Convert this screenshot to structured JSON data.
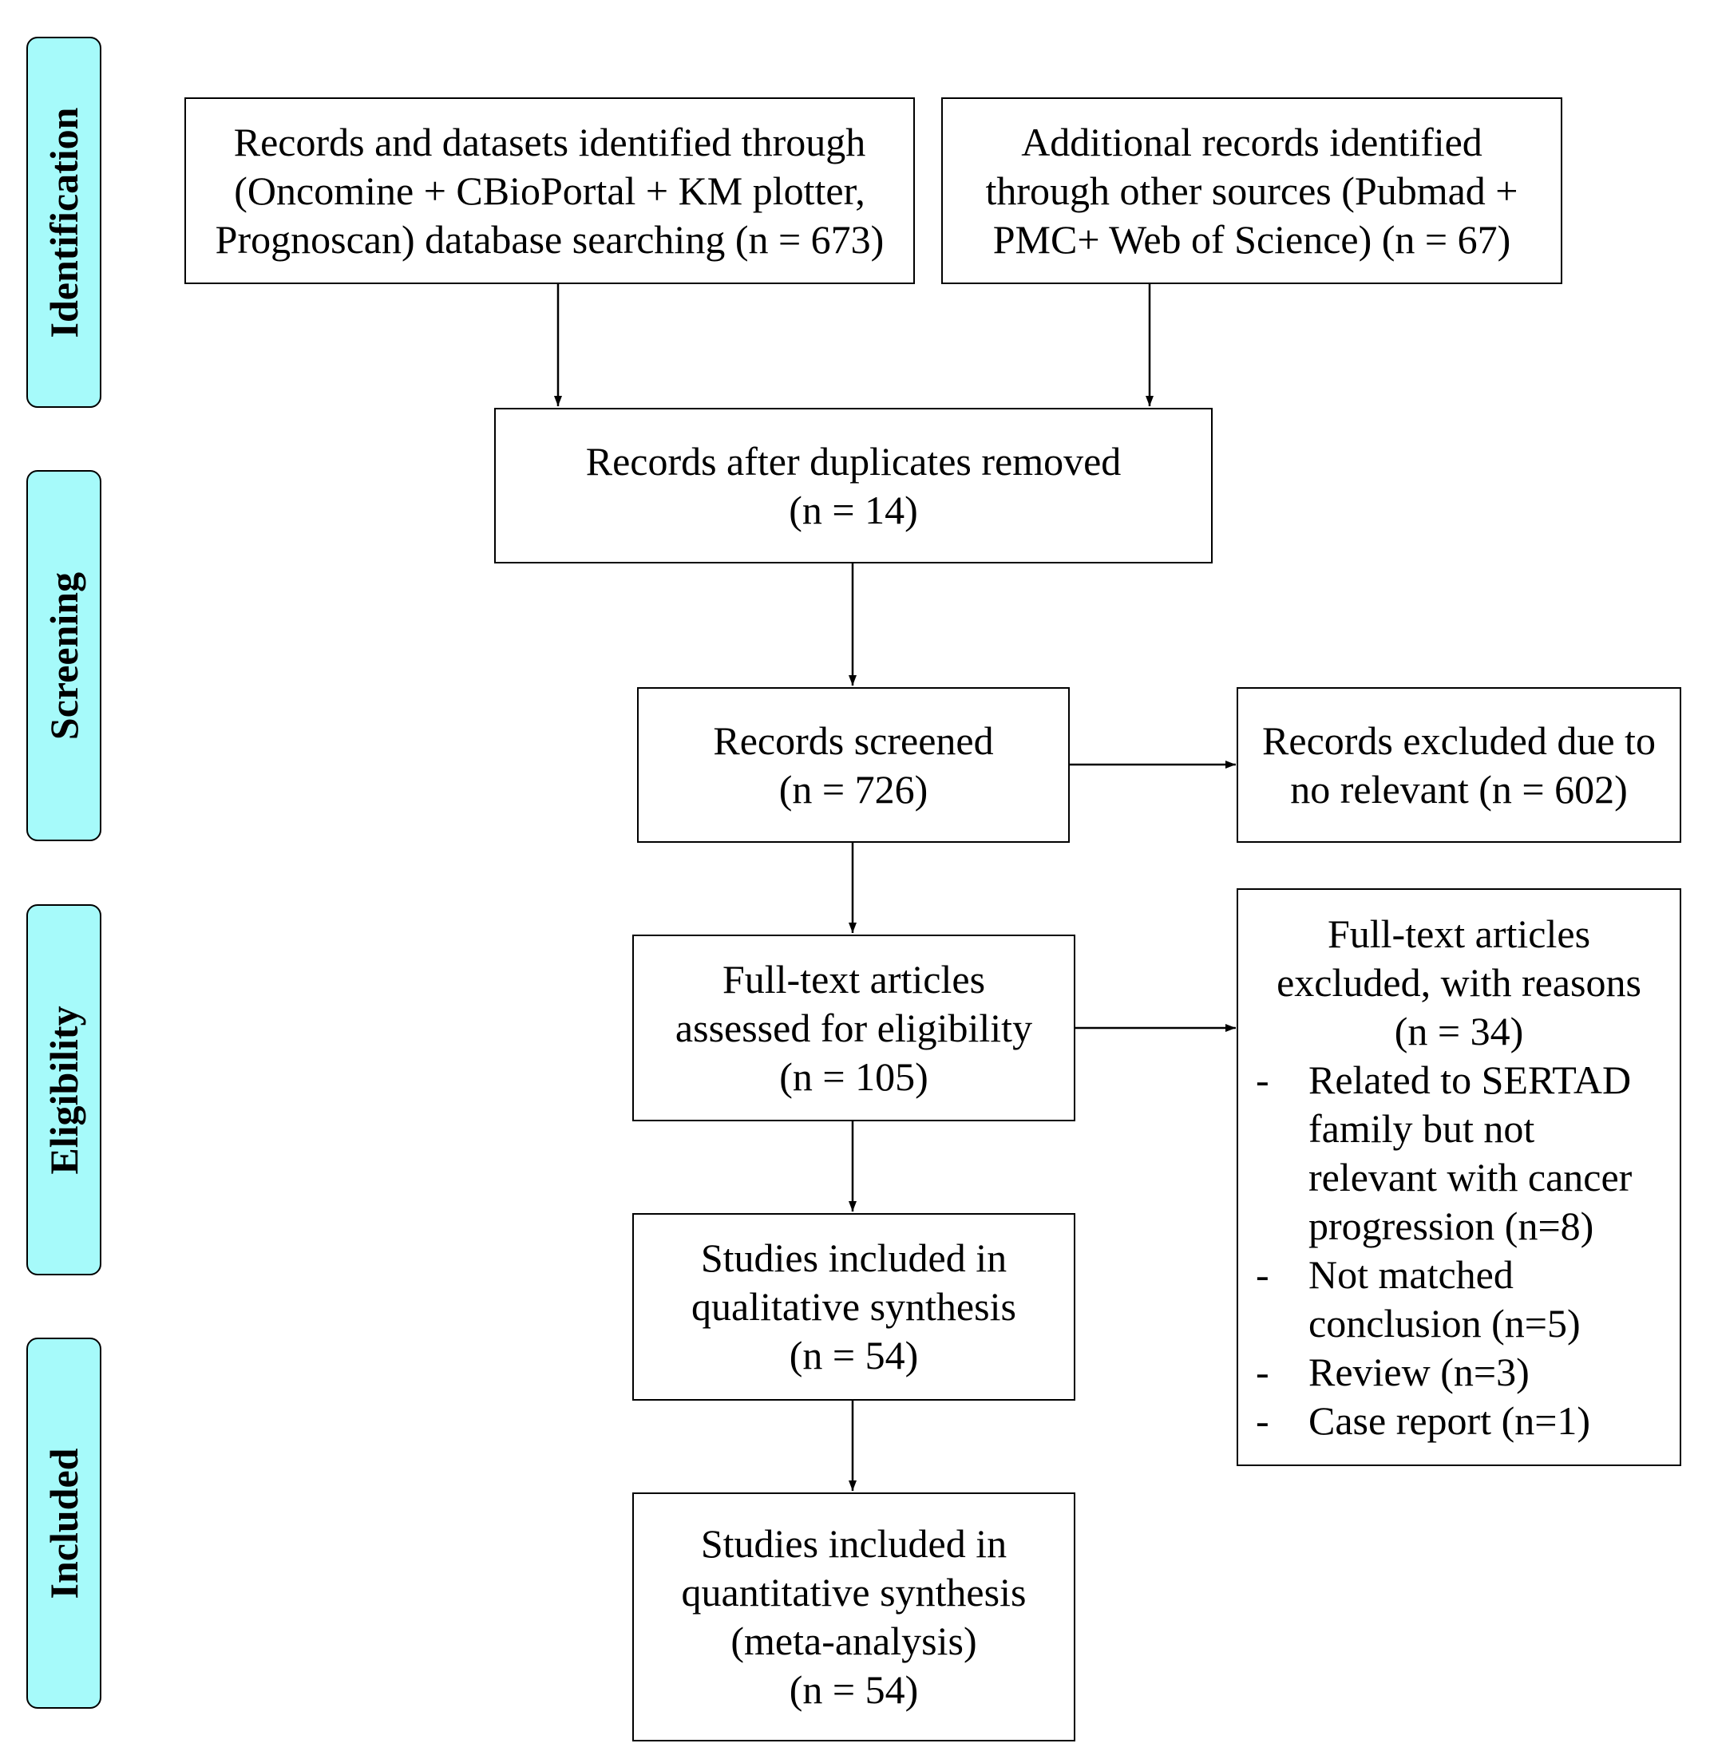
{
  "stages": {
    "identification": "Identification",
    "screening": "Screening",
    "eligibility": "Eligibility",
    "included": "Included"
  },
  "boxes": {
    "database_records": "Records and datasets identified through\n(Oncomine + CBioPortal + KM plotter,\nPrognoscan) database searching (n = 673)",
    "other_sources": "Additional records identified\nthrough other sources (Pubmad +\nPMC+ Web of Science) (n = 67)",
    "after_duplicates": "Records after duplicates removed\n(n =  14)",
    "screened": "Records screened\n(n = 726)",
    "excluded": "Records excluded due to\nno relevant (n = 602)",
    "fulltext_assessed": "Full-text articles\nassessed for eligibility\n(n = 105)",
    "qualitative": "Studies included in\nqualitative synthesis\n(n = 54)",
    "quantitative": "Studies included in\nquantitative synthesis\n(meta-analysis)\n(n = 54)"
  },
  "fulltext_excluded": {
    "heading": "Full-text articles\nexcluded, with reasons\n(n = 34)",
    "bullet": "-",
    "reasons": [
      "Related to SERTAD\nfamily but not\nrelevant with cancer\nprogression (n=8)",
      "Not matched\nconclusion (n=5)",
      "Review (n=3)",
      "Case report (n=1)"
    ]
  }
}
